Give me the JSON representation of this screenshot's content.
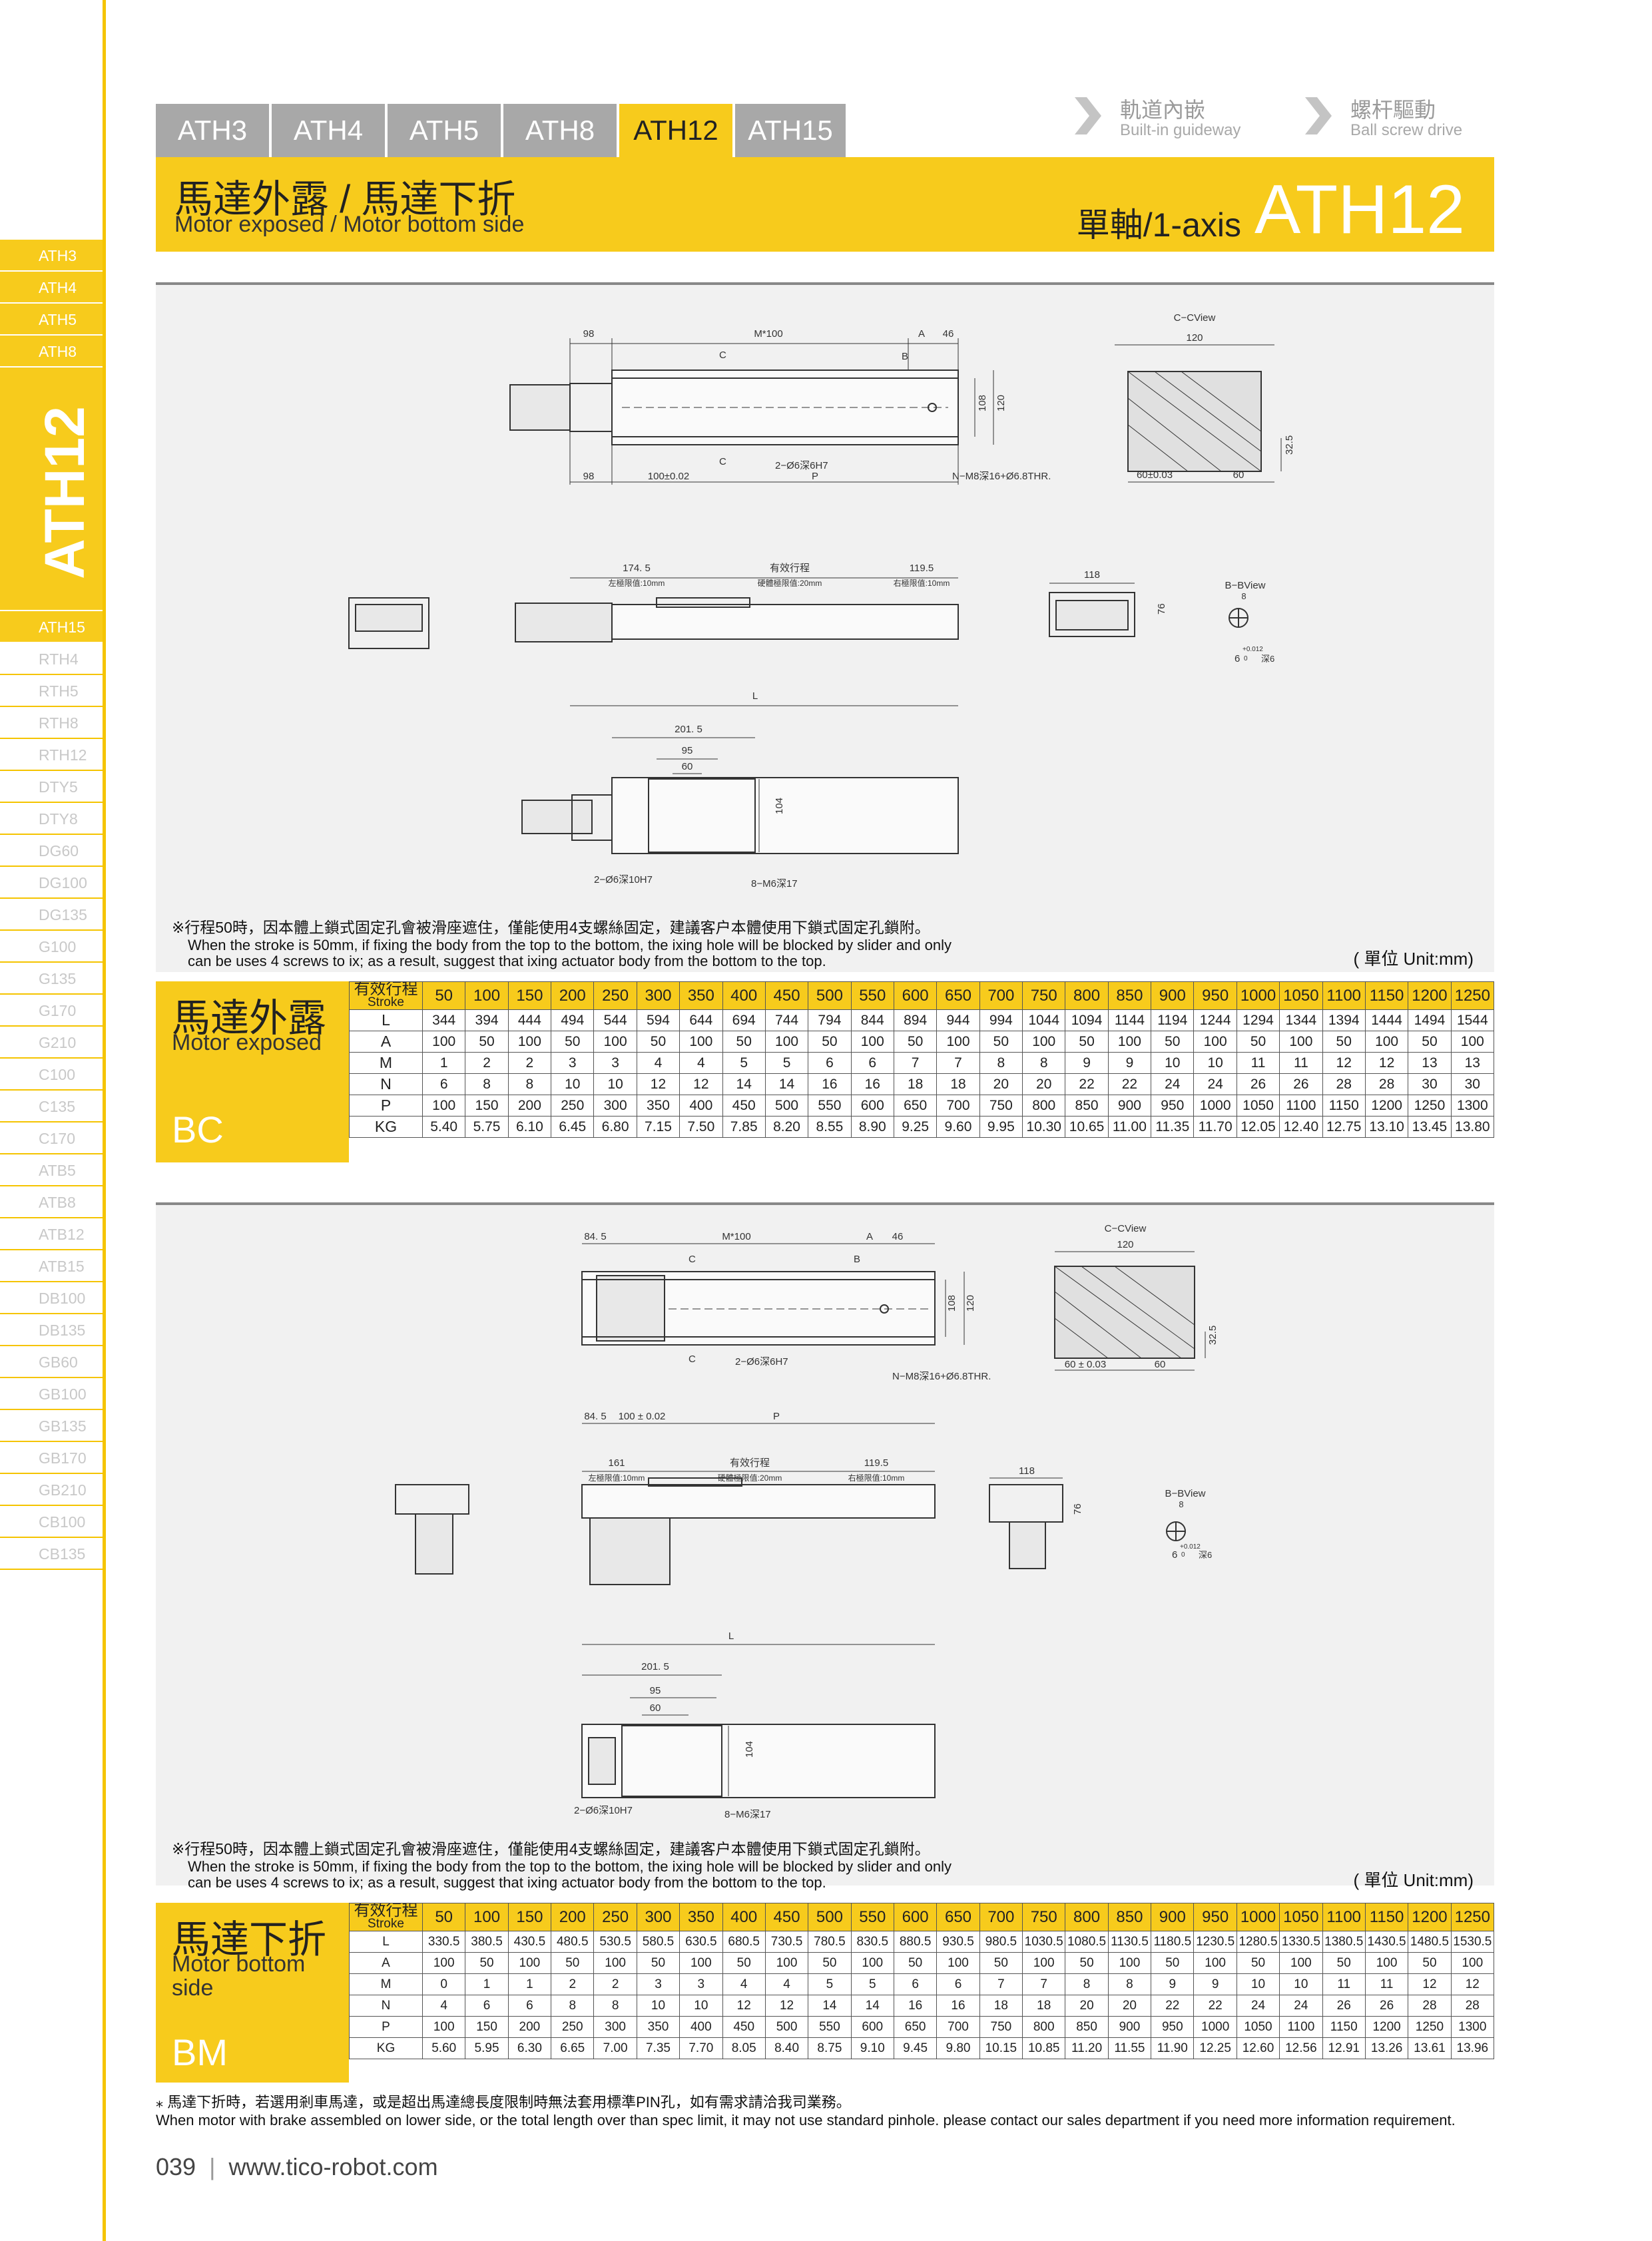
{
  "tabs": [
    "ATH3",
    "ATH4",
    "ATH5",
    "ATH8",
    "ATH12",
    "ATH15"
  ],
  "active_tab": "ATH12",
  "guides": [
    {
      "cn": "軌道內嵌",
      "en": "Built-in guideway"
    },
    {
      "cn": "螺杆驅動",
      "en": "Ball screw drive"
    }
  ],
  "sidebar": {
    "before": [
      "ATH3",
      "ATH4",
      "ATH5",
      "ATH8"
    ],
    "current": "ATH12",
    "after": [
      "ATH15",
      "RTH4",
      "RTH5",
      "RTH8",
      "RTH12",
      "DTY5",
      "DTY8",
      "DG60",
      "DG100",
      "DG135",
      "G100",
      "G135",
      "G170",
      "G210",
      "C100",
      "C135",
      "C170",
      "ATB5",
      "ATB8",
      "ATB12",
      "ATB15",
      "DB100",
      "DB135",
      "GB60",
      "GB100",
      "GB135",
      "GB170",
      "GB210",
      "CB100",
      "CB135"
    ]
  },
  "banner": {
    "title_cn": "馬達外露 / 馬達下折",
    "title_en": "Motor exposed / Motor bottom side",
    "axis": "單軸/1-axis",
    "model": "ATH12"
  },
  "drawing_bc": {
    "top_98": "98",
    "top_m100": "M*100",
    "top_a": "A",
    "top_46": "46",
    "c1": "C",
    "b1": "B",
    "c2": "C",
    "h108": "108",
    "h120": "120",
    "hole1": "2−Ø6深6H7",
    "hole2": "N−M8深16+Ø6.8THR.",
    "bot_98": "98",
    "bot_100": "100±0.02",
    "bot_p": "P",
    "cc_title": "C−CView",
    "cc_120": "120",
    "cc_325": "32.5",
    "cc_60a": "60±0.03",
    "cc_60b": "60",
    "side_1745": "174. 5",
    "side_stroke": "有效行程",
    "side_1195": "119.5",
    "side_l": "左極限值:10mm",
    "side_m": "硬體極限值:20mm",
    "side_r": "右極限值:10mm",
    "end_118": "118",
    "end_76": "76",
    "bb_title": "B−BView",
    "bb_8": "8",
    "bb_6": "6",
    "bb_tol": "+0.012",
    "bb_tol2": "0",
    "bb_deep": "深6",
    "bv_l": "L",
    "bv_2015": "201. 5",
    "bv_95": "95",
    "bv_60": "60",
    "bv_104": "104",
    "bv_hole1": "2−Ø6深10H7",
    "bv_hole2": "8−M6深17"
  },
  "drawing_bm": {
    "top_845": "84. 5",
    "top_m100": "M*100",
    "top_a": "A",
    "top_46": "46",
    "c1": "C",
    "b1": "B",
    "c2": "C",
    "h108": "108",
    "h120": "120",
    "hole1": "2−Ø6深6H7",
    "hole2": "N−M8深16+Ø6.8THR.",
    "bot_845": "84. 5",
    "bot_100": "100 ± 0.02",
    "bot_p": "P",
    "cc_title": "C−CView",
    "cc_120": "120",
    "cc_325": "32.5",
    "cc_60a": "60 ± 0.03",
    "cc_60b": "60",
    "side_161": "161",
    "side_stroke": "有效行程",
    "side_1195": "119.5",
    "side_l": "左極限值:10mm",
    "side_m": "硬體極限值:20mm",
    "side_r": "右極限值:10mm",
    "end_118": "118",
    "end_76": "76",
    "bb_title": "B−BView",
    "bb_8": "8",
    "bb_6": "6",
    "bb_tol": "+0.012",
    "bb_tol2": "0",
    "bb_deep": "深6",
    "bv_l": "L",
    "bv_2015": "201. 5",
    "bv_95": "95",
    "bv_60": "60",
    "bv_104": "104",
    "bv_hole1": "2−Ø6深10H7",
    "bv_hole2": "8−M6深17"
  },
  "note_bc": {
    "cn": "※行程50時，因本體上鎖式固定孔會被滑座遮住，僅能使用4支螺絲固定，建議客户本體使用下鎖式固定孔鎖附。",
    "en1": "When the stroke is 50mm, if fixing the body from the top to the bottom, the ixing hole will be blocked by slider and only",
    "en2": "can be uses 4 screws to ix; as a result, suggest that ixing actuator body from the bottom to the top.",
    "unit": "( 單位 Unit:mm)"
  },
  "note_bm": {
    "cn": "※行程50時，因本體上鎖式固定孔會被滑座遮住，僅能使用4支螺絲固定，建議客户本體使用下鎖式固定孔鎖附。",
    "en1": "When the stroke is 50mm, if fixing the body from the top to the bottom, the ixing hole will be blocked by slider and only",
    "en2": "can be uses 4 screws to ix; as a result, suggest that ixing actuator body from the bottom to the top.",
    "unit": "( 單位 Unit:mm)"
  },
  "table_bc": {
    "label_cn": "馬達外露",
    "label_en": "Motor exposed",
    "code": "BC",
    "header_cn": "有效行程",
    "header_en": "Stroke",
    "strokes": [
      "50",
      "100",
      "150",
      "200",
      "250",
      "300",
      "350",
      "400",
      "450",
      "500",
      "550",
      "600",
      "650",
      "700",
      "750",
      "800",
      "850",
      "900",
      "950",
      "1000",
      "1050",
      "1100",
      "1150",
      "1200",
      "1250"
    ],
    "rows": [
      {
        "name": "L",
        "values": [
          "344",
          "394",
          "444",
          "494",
          "544",
          "594",
          "644",
          "694",
          "744",
          "794",
          "844",
          "894",
          "944",
          "994",
          "1044",
          "1094",
          "1144",
          "1194",
          "1244",
          "1294",
          "1344",
          "1394",
          "1444",
          "1494",
          "1544"
        ]
      },
      {
        "name": "A",
        "values": [
          "100",
          "50",
          "100",
          "50",
          "100",
          "50",
          "100",
          "50",
          "100",
          "50",
          "100",
          "50",
          "100",
          "50",
          "100",
          "50",
          "100",
          "50",
          "100",
          "50",
          "100",
          "50",
          "100",
          "50",
          "100"
        ]
      },
      {
        "name": "M",
        "values": [
          "1",
          "2",
          "2",
          "3",
          "3",
          "4",
          "4",
          "5",
          "5",
          "6",
          "6",
          "7",
          "7",
          "8",
          "8",
          "9",
          "9",
          "10",
          "10",
          "11",
          "11",
          "12",
          "12",
          "13",
          "13"
        ]
      },
      {
        "name": "N",
        "values": [
          "6",
          "8",
          "8",
          "10",
          "10",
          "12",
          "12",
          "14",
          "14",
          "16",
          "16",
          "18",
          "18",
          "20",
          "20",
          "22",
          "22",
          "24",
          "24",
          "26",
          "26",
          "28",
          "28",
          "30",
          "30"
        ]
      },
      {
        "name": "P",
        "values": [
          "100",
          "150",
          "200",
          "250",
          "300",
          "350",
          "400",
          "450",
          "500",
          "550",
          "600",
          "650",
          "700",
          "750",
          "800",
          "850",
          "900",
          "950",
          "1000",
          "1050",
          "1100",
          "1150",
          "1200",
          "1250",
          "1300"
        ]
      },
      {
        "name": "KG",
        "values": [
          "5.40",
          "5.75",
          "6.10",
          "6.45",
          "6.80",
          "7.15",
          "7.50",
          "7.85",
          "8.20",
          "8.55",
          "8.90",
          "9.25",
          "9.60",
          "9.95",
          "10.30",
          "10.65",
          "11.00",
          "11.35",
          "11.70",
          "12.05",
          "12.40",
          "12.75",
          "13.10",
          "13.45",
          "13.80"
        ]
      }
    ]
  },
  "table_bm": {
    "label_cn": "馬達下折",
    "label_en1": "Motor bottom",
    "label_en2": "side",
    "code": "BM",
    "header_cn": "有效行程",
    "header_en": "Stroke",
    "strokes": [
      "50",
      "100",
      "150",
      "200",
      "250",
      "300",
      "350",
      "400",
      "450",
      "500",
      "550",
      "600",
      "650",
      "700",
      "750",
      "800",
      "850",
      "900",
      "950",
      "1000",
      "1050",
      "1100",
      "1150",
      "1200",
      "1250"
    ],
    "rows": [
      {
        "name": "L",
        "values": [
          "330.5",
          "380.5",
          "430.5",
          "480.5",
          "530.5",
          "580.5",
          "630.5",
          "680.5",
          "730.5",
          "780.5",
          "830.5",
          "880.5",
          "930.5",
          "980.5",
          "1030.5",
          "1080.5",
          "1130.5",
          "1180.5",
          "1230.5",
          "1280.5",
          "1330.5",
          "1380.5",
          "1430.5",
          "1480.5",
          "1530.5"
        ]
      },
      {
        "name": "A",
        "values": [
          "100",
          "50",
          "100",
          "50",
          "100",
          "50",
          "100",
          "50",
          "100",
          "50",
          "100",
          "50",
          "100",
          "50",
          "100",
          "50",
          "100",
          "50",
          "100",
          "50",
          "100",
          "50",
          "100",
          "50",
          "100"
        ]
      },
      {
        "name": "M",
        "values": [
          "0",
          "1",
          "1",
          "2",
          "2",
          "3",
          "3",
          "4",
          "4",
          "5",
          "5",
          "6",
          "6",
          "7",
          "7",
          "8",
          "8",
          "9",
          "9",
          "10",
          "10",
          "11",
          "11",
          "12",
          "12"
        ]
      },
      {
        "name": "N",
        "values": [
          "4",
          "6",
          "6",
          "8",
          "8",
          "10",
          "10",
          "12",
          "12",
          "14",
          "14",
          "16",
          "16",
          "18",
          "18",
          "20",
          "20",
          "22",
          "22",
          "24",
          "24",
          "26",
          "26",
          "28",
          "28"
        ]
      },
      {
        "name": "P",
        "values": [
          "100",
          "150",
          "200",
          "250",
          "300",
          "350",
          "400",
          "450",
          "500",
          "550",
          "600",
          "650",
          "700",
          "750",
          "800",
          "850",
          "900",
          "950",
          "1000",
          "1050",
          "1100",
          "1150",
          "1200",
          "1250",
          "1300"
        ]
      },
      {
        "name": "KG",
        "values": [
          "5.60",
          "5.95",
          "6.30",
          "6.65",
          "7.00",
          "7.35",
          "7.70",
          "8.05",
          "8.40",
          "8.75",
          "9.10",
          "9.45",
          "9.80",
          "10.15",
          "10.85",
          "11.20",
          "11.55",
          "11.90",
          "12.25",
          "12.60",
          "12.56",
          "12.91",
          "13.26",
          "13.61",
          "13.96"
        ]
      }
    ]
  },
  "footer_note": {
    "cn": "⁎ 馬達下折時，若選用剎車馬達，或是超出馬達總長度限制時無法套用標準PIN孔，如有需求請洽我司業務。",
    "en": "When motor with brake assembled on lower side, or the total length over than spec limit, it may not use standard pinhole. please contact our sales department if you need more information requirement."
  },
  "footer": {
    "page": "039",
    "sep": "|",
    "url": "www.tico-robot.com"
  },
  "colors": {
    "accent": "#f7cb1c",
    "tab_gray": "#a8a8a8",
    "panel_bg": "#f1f1f1"
  }
}
